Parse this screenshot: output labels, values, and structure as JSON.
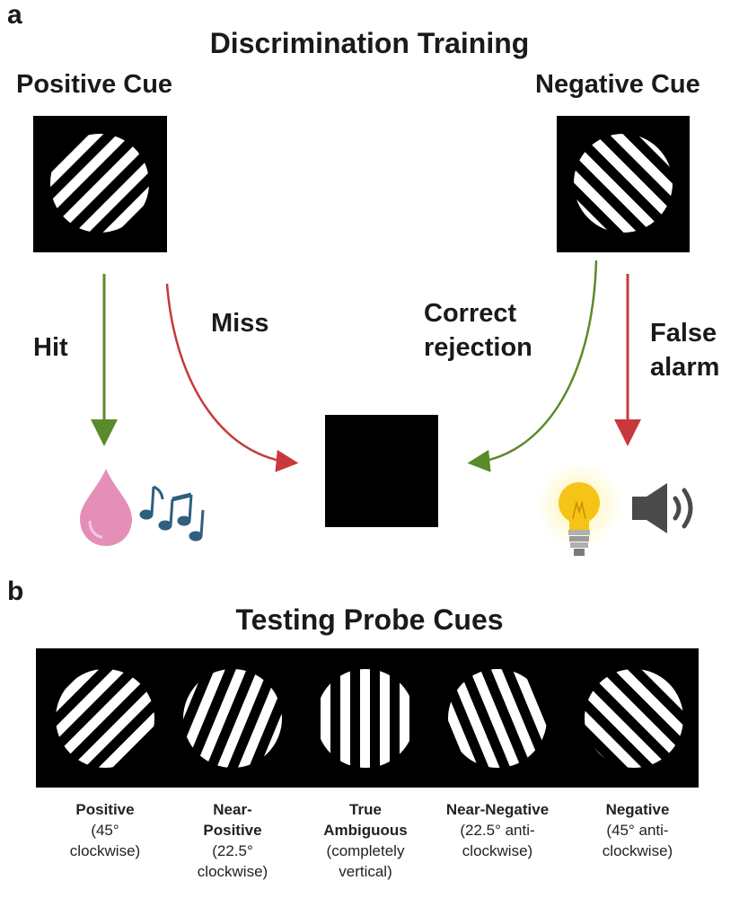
{
  "panel_a": {
    "letter": "a",
    "title": "Discrimination Training",
    "positive_cue_label": "Positive Cue",
    "negative_cue_label": "Negative Cue",
    "outcomes": {
      "hit": "Hit",
      "miss": "Miss",
      "correct_rejection_line1": "Correct",
      "correct_rejection_line2": "rejection",
      "false_alarm_line1": "False",
      "false_alarm_line2": "alarm"
    },
    "reward_icons": [
      "water-drop-icon",
      "music-notes-icon"
    ],
    "punishment_icons": [
      "light-bulb-icon",
      "speaker-icon"
    ]
  },
  "panel_b": {
    "letter": "b",
    "title": "Testing Probe Cues",
    "probes": [
      {
        "name": "Positive",
        "detail_lines": [
          "(45°",
          "clockwise)"
        ]
      },
      {
        "name_lines": [
          "Near-",
          "Positive"
        ],
        "detail_lines": [
          "(22.5°",
          "clockwise)"
        ]
      },
      {
        "name_lines": [
          "True",
          "Ambiguous"
        ],
        "detail_lines": [
          "(completely",
          "vertical)"
        ]
      },
      {
        "name": "Near-Negative",
        "detail_lines": [
          "(22.5° anti-",
          "clockwise)"
        ]
      },
      {
        "name": "Negative",
        "detail_lines": [
          "(45° anti-",
          "clockwise)"
        ]
      }
    ]
  },
  "colors": {
    "green_arrow": "#5b8a2a",
    "red_arrow": "#c8393b",
    "stimulus_bg": "#000000",
    "stripe": "#ffffff",
    "drop": "#e58fb8",
    "notes": "#2e5f7f",
    "bulb": "#f6c417",
    "speaker": "#4a4a4a"
  }
}
